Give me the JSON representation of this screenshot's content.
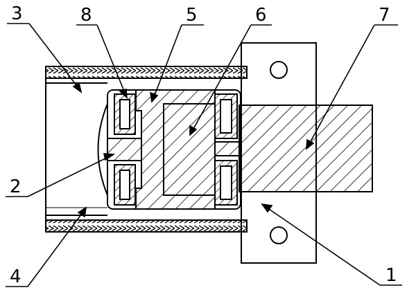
{
  "colors": {
    "line": "#000000",
    "background": "#ffffff"
  },
  "callouts": [
    {
      "id": "1",
      "text": "1"
    },
    {
      "id": "2",
      "text": "2"
    },
    {
      "id": "3",
      "text": "3"
    },
    {
      "id": "4",
      "text": "4"
    },
    {
      "id": "5",
      "text": "5"
    },
    {
      "id": "6",
      "text": "6"
    },
    {
      "id": "7",
      "text": "7"
    },
    {
      "id": "8",
      "text": "8"
    }
  ]
}
